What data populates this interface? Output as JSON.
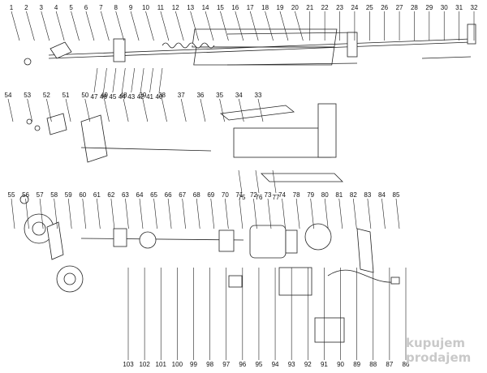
{
  "labels_top": [
    "1",
    "2",
    "3",
    "4",
    "5",
    "6",
    "7",
    "8",
    "9",
    "10",
    "11",
    "12",
    "13",
    "14",
    "15",
    "16",
    "17",
    "18",
    "19",
    "20",
    "21",
    "22",
    "23",
    "24",
    "25",
    "26",
    "27",
    "28",
    "29",
    "30",
    "31",
    "32"
  ],
  "labels_row2a": [
    "47",
    "46",
    "45",
    "44",
    "43",
    "42",
    "41",
    "40"
  ],
  "labels_mid": [
    "54",
    "53",
    "52",
    "51",
    "50",
    "49",
    "48",
    "39",
    "38",
    "37",
    "36",
    "35",
    "34",
    "33"
  ],
  "labels_mid2": [
    "75",
    "76",
    "77"
  ],
  "labels_row3": [
    "55",
    "56",
    "57",
    "58",
    "59",
    "60",
    "61",
    "62",
    "63",
    "64",
    "65",
    "66",
    "67",
    "68",
    "69",
    "70",
    "71",
    "72",
    "73",
    "74",
    "78",
    "79",
    "80",
    "81",
    "82",
    "83",
    "84",
    "85"
  ],
  "labels_bottom": [
    "103",
    "102",
    "101",
    "100",
    "99",
    "98",
    "97",
    "96",
    "95",
    "94",
    "93",
    "92",
    "91",
    "90",
    "89",
    "88",
    "87",
    "86"
  ],
  "watermark": {
    "line1": "kupujem",
    "line2": "prodajem"
  }
}
